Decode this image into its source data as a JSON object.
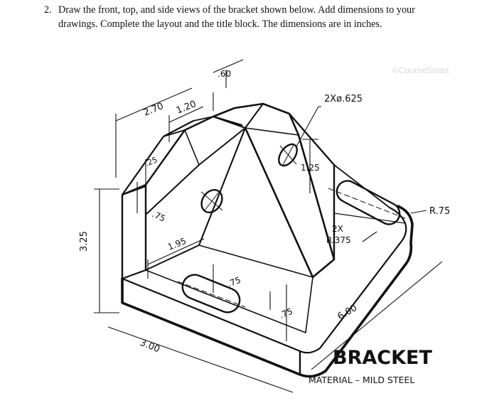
{
  "problem": {
    "number": "2.",
    "line1": "Draw the front, top, and side views of the bracket shown below. Add dimensions to your",
    "line2": "drawings. Complete the layout and the title block. The dimensions are in inches."
  },
  "watermark": "©CourseSmart",
  "title_block": {
    "title": "BRACKET",
    "material": "MATERIAL – MILD STEEL"
  },
  "dimensions": {
    "d_270": "2.70",
    "d_120": "1.20",
    "d_60": ".60",
    "d_25": ".25",
    "d_75_left": ".75",
    "d_195": "1.95",
    "d_325": "3.25",
    "d_300": "3.00",
    "d_75_slot": ".75",
    "d_75_base": ".75",
    "d_600": "6.00",
    "d_125": "1.25",
    "hole_note": "2Xø.625",
    "slot_qty": "2X",
    "slot_radius": "R.375",
    "corner_radius": "R.75"
  }
}
